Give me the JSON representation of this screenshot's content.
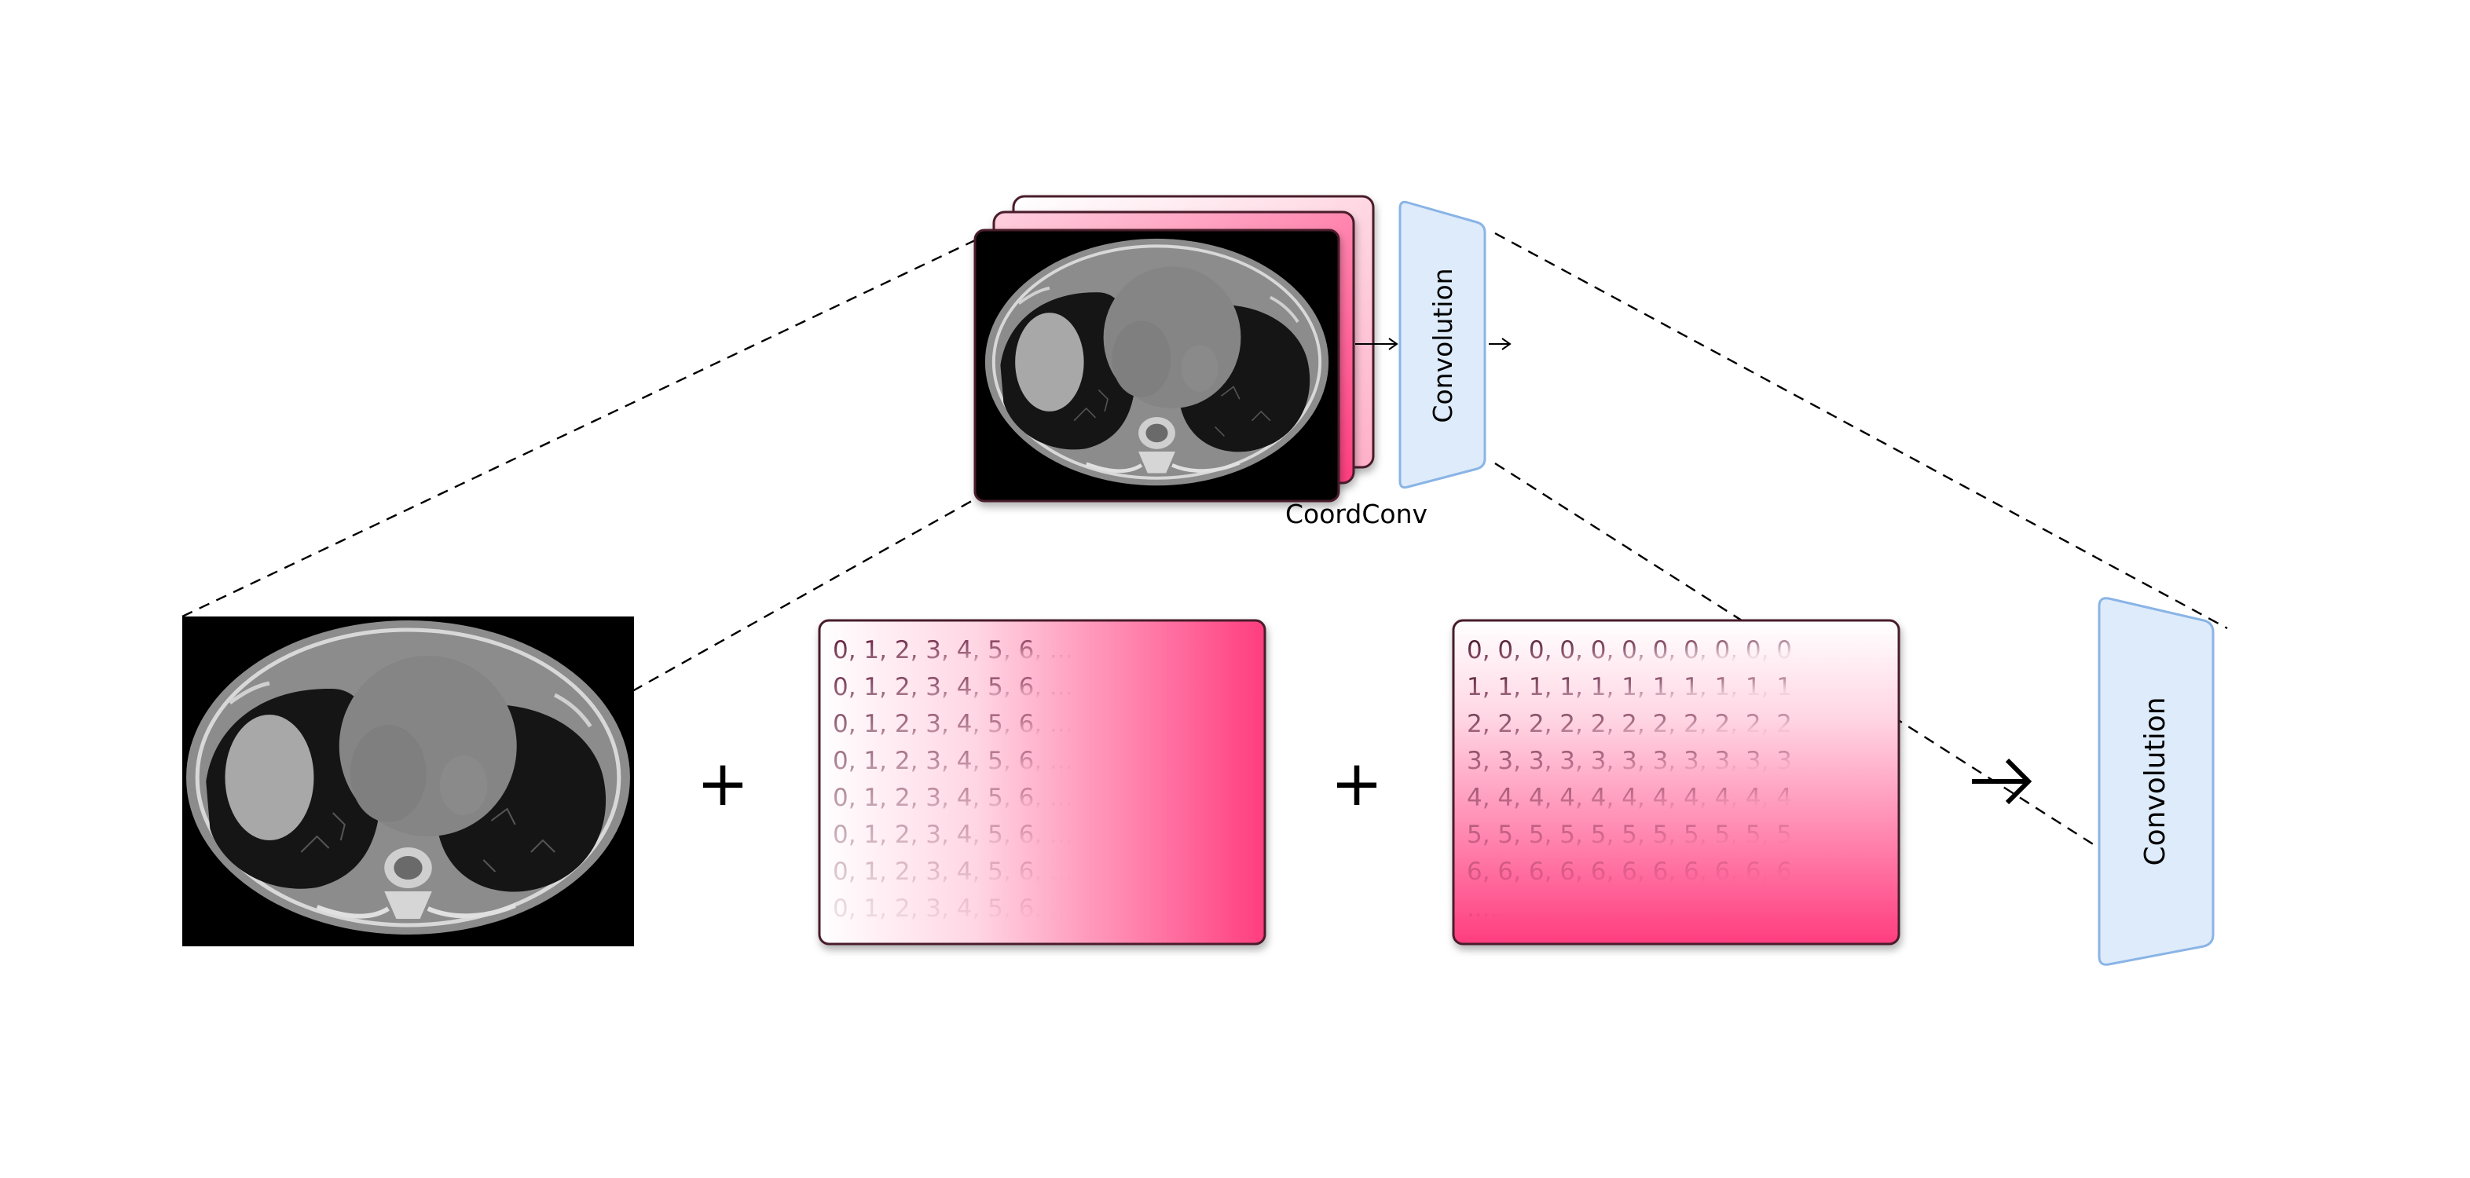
{
  "coordconv_label": "CoordConv",
  "convolution_label_top": "Convolution",
  "convolution_label_right": "Convolution",
  "plus_symbol": "+",
  "arrow_symbol": "→",
  "x_coord_rows": [
    "0, 1, 2, 3, 4, 5, 6, ...",
    "0, 1, 2, 3, 4, 5, 6, ...",
    "0, 1, 2, 3, 4, 5, 6, ...",
    "0, 1, 2, 3, 4, 5, 6, ...",
    "0, 1, 2, 3, 4, 5, 6, ...",
    "0, 1, 2, 3, 4, 5, 6, ...",
    "0, 1, 2, 3, 4, 5, 6, ...",
    "0, 1, 2, 3, 4, 5, 6, ..."
  ],
  "y_coord_rows": [
    "0, 0, 0, 0, 0, 0, 0, 0, 0, 0, 0",
    "1, 1, 1, 1, 1, 1, 1, 1, 1, 1, 1",
    "2, 2, 2, 2, 2, 2, 2, 2, 2, 2, 2",
    "3, 3, 3, 3, 3, 3, 3, 3, 3, 3, 3",
    "4, 4, 4, 4, 4, 4, 4, 4, 4, 4, 4",
    "5, 5, 5, 5, 5, 5, 5, 5, 5, 5, 5",
    "6, 6, 6, 6, 6, 6, 6, 6, 6, 6, 6",
    "....."
  ],
  "colors": {
    "pink_accent": "#ff3d7f",
    "card_border": "#4a1a2a",
    "conv_fill": "#deebfa",
    "conv_stroke": "#8ab4e6",
    "text_dark": "#5a1030"
  }
}
